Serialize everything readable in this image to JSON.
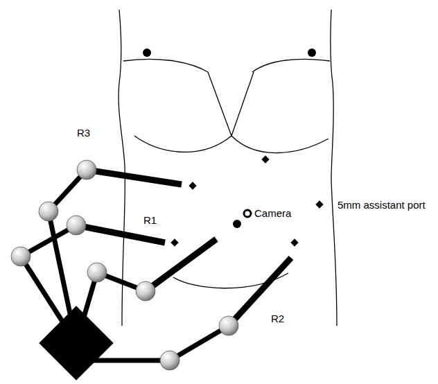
{
  "diagram": {
    "labels": [
      "R3",
      "R1",
      "Camera",
      "5mm assistant port",
      "R2"
    ]
  }
}
